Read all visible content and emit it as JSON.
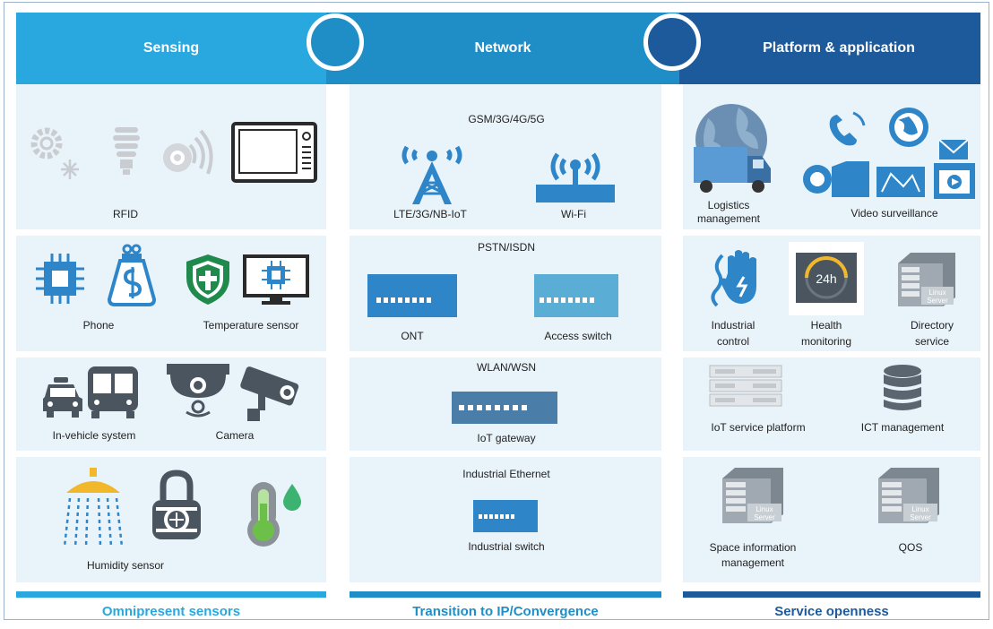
{
  "colors": {
    "sensing_head": "#28a8de",
    "network_head": "#1f8ec7",
    "platform_head": "#1d5a9c",
    "panel_bg": "#e9f3fa",
    "icon_blue": "#2e86c9",
    "icon_gray": "#4a5560"
  },
  "headers": {
    "sensing": "Sensing",
    "network": "Network",
    "platform": "Platform & application"
  },
  "sensing": {
    "row1": {
      "label": "RFID"
    },
    "row2": {
      "phone": "Phone",
      "temperature": "Temperature sensor"
    },
    "row3": {
      "vehicle": "In-vehicle system",
      "camera": "Camera"
    },
    "row4": {
      "humidity": "Humidity sensor"
    }
  },
  "network": {
    "row1": {
      "title": "GSM/3G/4G/5G",
      "lte": "LTE/3G/NB-IoT",
      "wifi": "Wi-Fi"
    },
    "row2": {
      "title": "PSTN/ISDN",
      "ont": "ONT",
      "access": "Access switch"
    },
    "row3": {
      "title": "WLAN/WSN",
      "gateway": "IoT gateway"
    },
    "row4": {
      "title": "Industrial Ethernet",
      "switch": "Industrial switch"
    }
  },
  "platform": {
    "row1": {
      "logistics_1": "Logistics",
      "logistics_2": "management",
      "video": "Video surveillance"
    },
    "row2": {
      "industrial_1": "Industrial",
      "industrial_2": "control",
      "health_1": "Health",
      "health_2": "monitoring",
      "directory_1": "Directory",
      "directory_2": "service",
      "clock_text": "24h",
      "server_text_1": "Linux",
      "server_text_2": "Server"
    },
    "row3": {
      "iot_platform": "IoT service platform",
      "ict": "ICT management"
    },
    "row4": {
      "space_1": "Space information",
      "space_2": "management",
      "qos": "QOS"
    }
  },
  "footer": {
    "sensing": "Omnipresent sensors",
    "network": "Transition to IP/Convergence",
    "platform": "Service openness"
  }
}
